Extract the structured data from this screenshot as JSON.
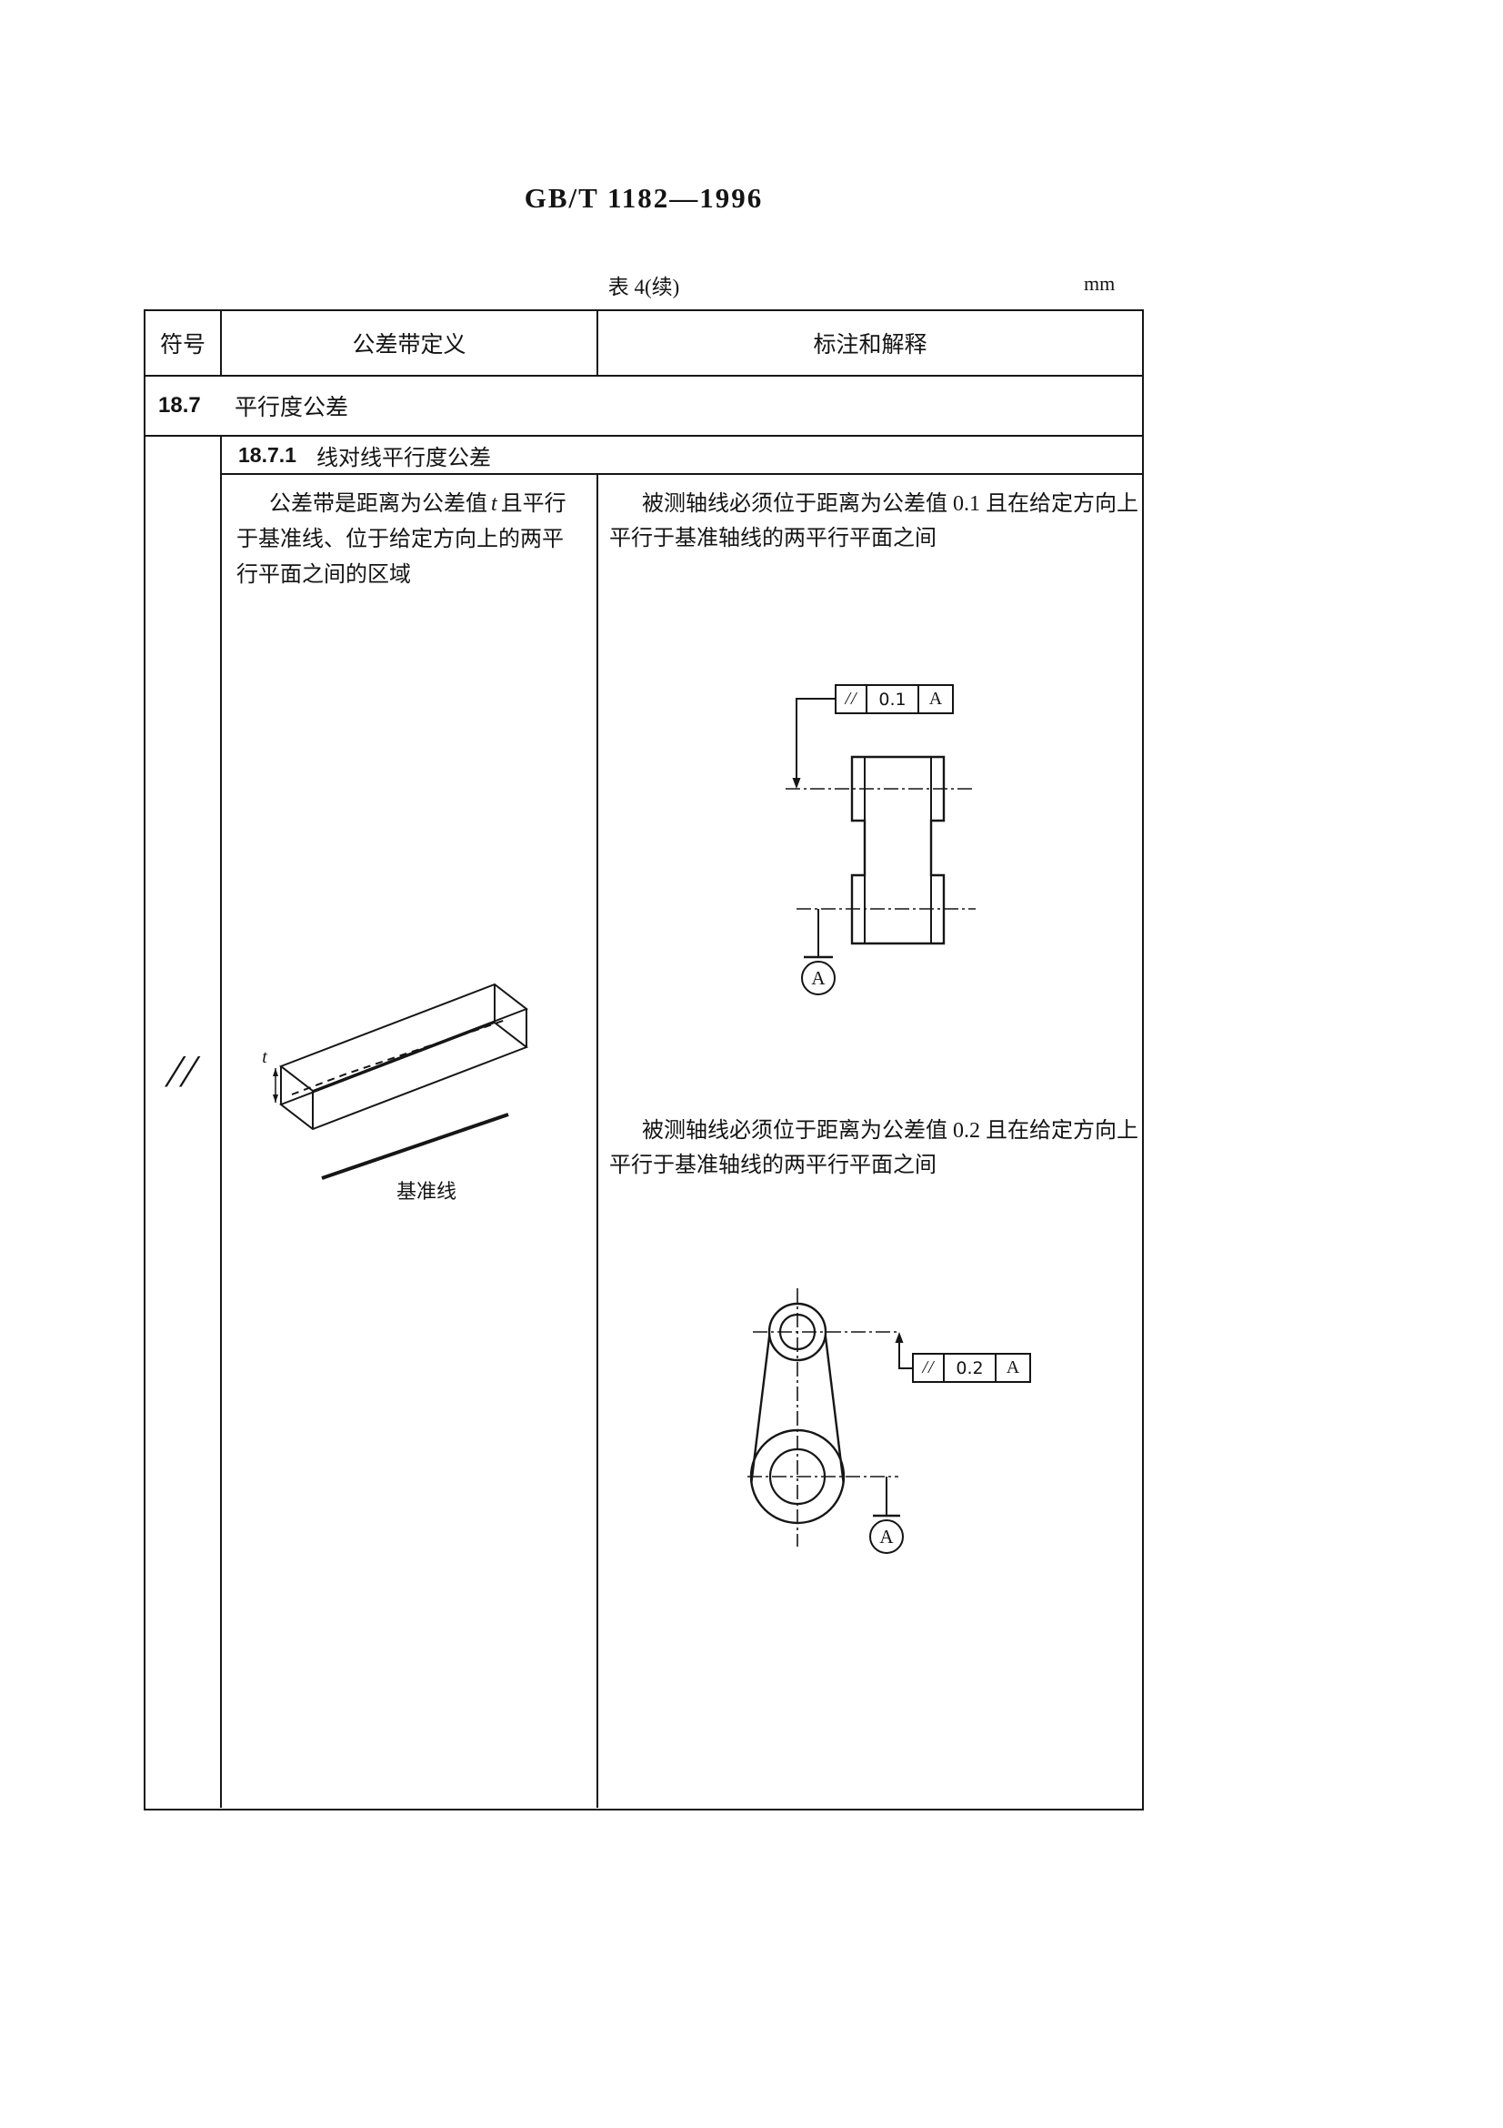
{
  "page": {
    "doc_number": "GB/T 1182—1996",
    "table_caption": "表 4(续)",
    "unit_label": "mm"
  },
  "table": {
    "header": {
      "col_symbol": "符号",
      "col_definition": "公差带定义",
      "col_interpretation": "标注和解释"
    },
    "section": {
      "number": "18.7",
      "title": "平行度公差"
    },
    "subsection": {
      "number": "18.7.1",
      "title": "线对线平行度公差"
    },
    "symbol_glyph": "//",
    "definition": {
      "text_before": "公差带是距离为公差值",
      "t_symbol": "t",
      "text_after": "且平行于基准线、位于给定方向上的两平行平面之间的区域",
      "zone_width_label": "t",
      "datum_line_label": "基准线"
    },
    "interpretation": {
      "para1": "被测轴线必须位于距离为公差值 0.1 且在给定方向上平行于基准轴线的两平行平面之间",
      "para2": "被测轴线必须位于距离为公差值 0.2 且在给定方向上平行于基准轴线的两平行平面之间",
      "frame1": {
        "symbol": "//",
        "value": "0.1",
        "datum": "A"
      },
      "frame2": {
        "symbol": "//",
        "value": "0.2",
        "datum": "A"
      },
      "datum_circle1": "A",
      "datum_circle2": "A"
    }
  }
}
